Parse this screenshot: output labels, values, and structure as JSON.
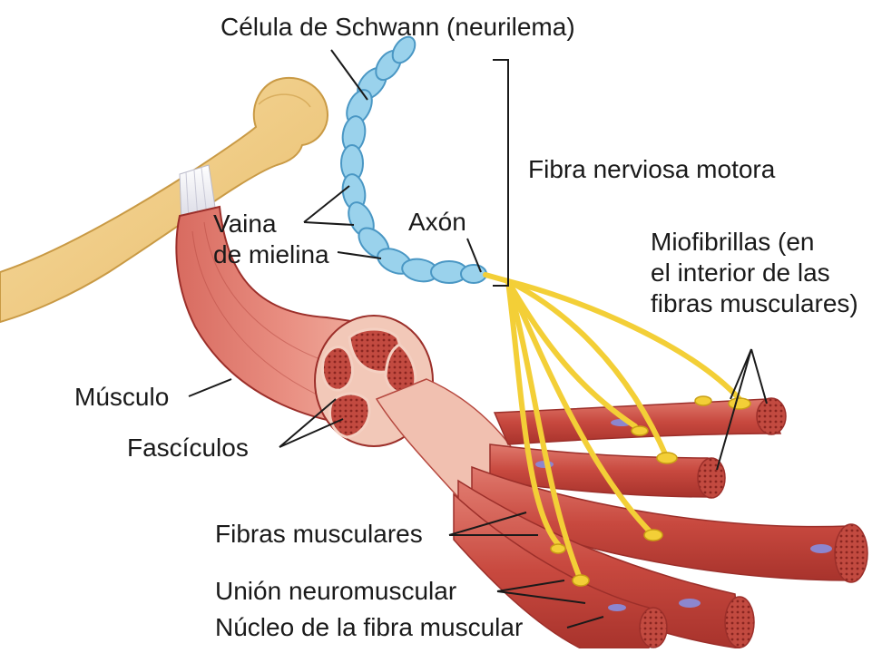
{
  "labels": {
    "schwann": "Célula de Schwann (neurilema)",
    "fibra_motora": "Fibra nerviosa motora",
    "vaina": "Vaina\nde mielina",
    "axon": "Axón",
    "miofibrillas": "Miofibrillas (en\nel interior de las\nfibras musculares)",
    "musculo": "Músculo",
    "fasciculos": "Fascículos",
    "fibras": "Fibras musculares",
    "union": "Unión neuromuscular",
    "nucleo": "Núcleo de la fibra muscular"
  },
  "colors": {
    "bone": "#f2cf8a",
    "bone_edge": "#c99a45",
    "muscle": "#cf5a50",
    "muscle_light": "#efb3a3",
    "muscle_edge": "#9c2f2a",
    "myelin": "#9ad2ec",
    "myelin_edge": "#4a97c4",
    "nerve": "#f3cf37",
    "nerve_edge": "#c9a014",
    "nucleus": "#8c86cf",
    "tendon": "#e7e7ef",
    "line": "#1a1a1a"
  }
}
